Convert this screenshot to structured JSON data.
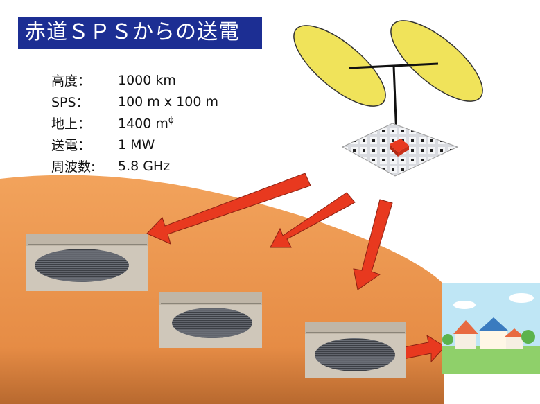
{
  "title": "赤道ＳＰＳからの送電",
  "specs": [
    {
      "label": "高度：",
      "value": "1000 km"
    },
    {
      "label": "SPS：",
      "value": "100 m x 100 m"
    },
    {
      "label": "地上：",
      "value": "1400 m",
      "sup": "ϕ"
    },
    {
      "label": "送電：",
      "value": "1 MW"
    },
    {
      "label": "周波数:",
      "value": "5.8 GHz"
    }
  ],
  "colors": {
    "title_bg": "#1c2e93",
    "earth": "#e9914a",
    "solar_panel": "#f0e060",
    "beam_arrow": "#e8391f"
  },
  "icons": [
    "satellite-icon",
    "solar-panel-icon",
    "rectenna-photo",
    "house-scene-icon",
    "beam-arrow-icon"
  ]
}
